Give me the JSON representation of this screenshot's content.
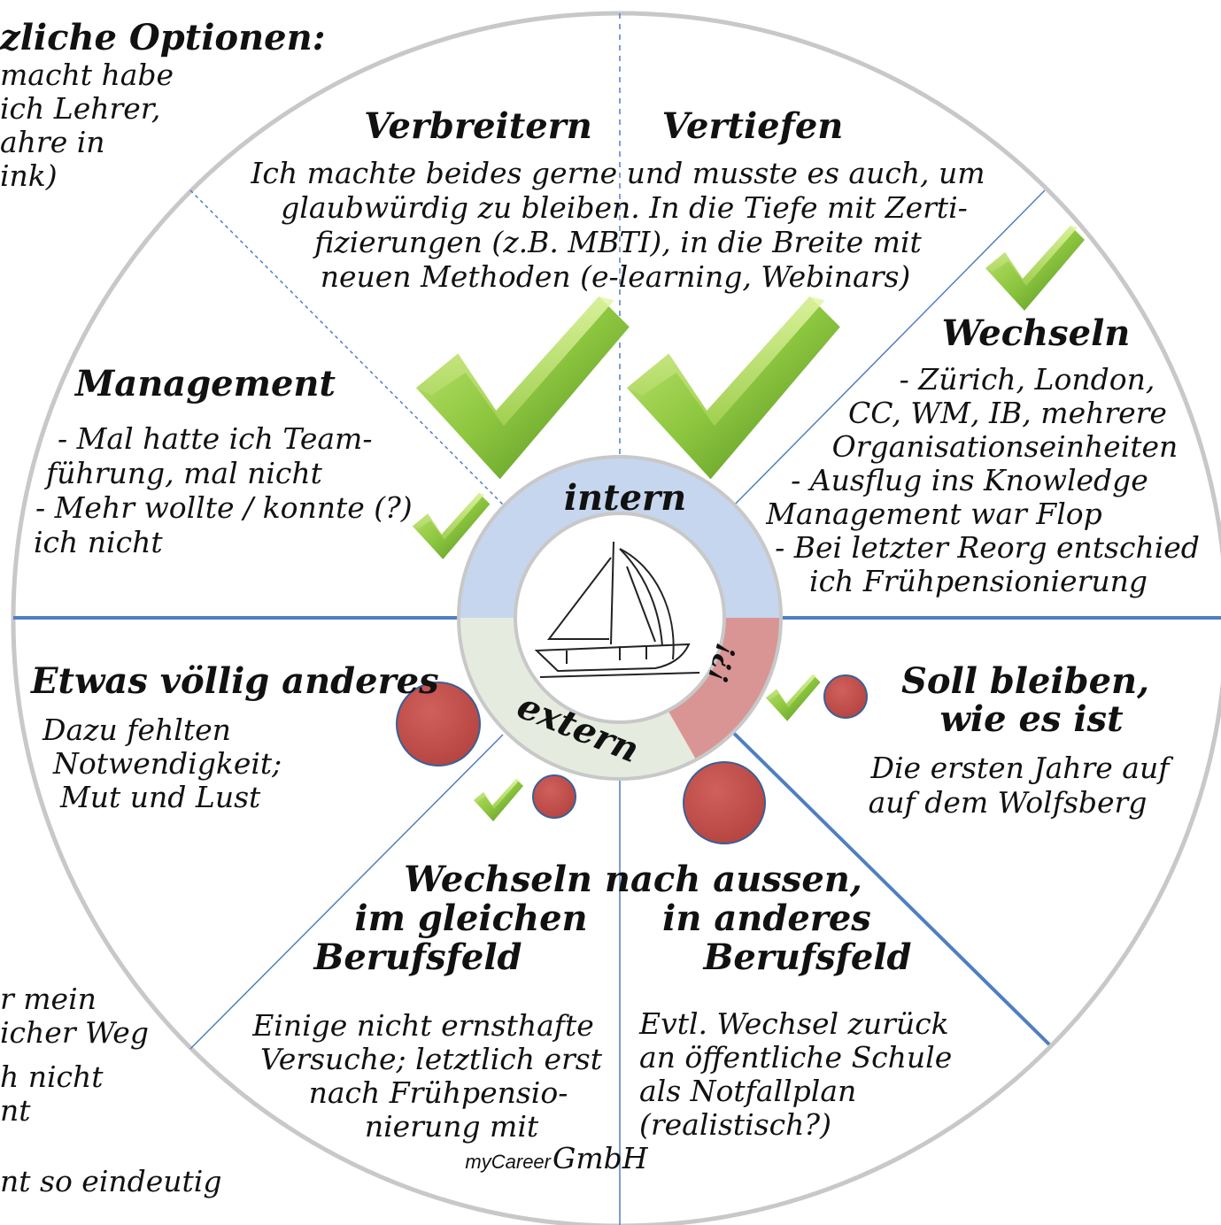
{
  "colors": {
    "ring_intern": "#c6d6ee",
    "ring_extern": "#e6ebdf",
    "ring_flag": "#d99594",
    "dot": "#c0504d",
    "line_solid": "#4f7fc0",
    "line_dashed": "#4f7fc0",
    "circle_border": "#bfbfbf",
    "check": "#8cc63f"
  },
  "left_margin": {
    "top_heading": "zliche Optionen:",
    "top_lines": [
      "macht habe",
      "ich Lehrer,",
      "ahre  in",
      "ink)"
    ],
    "bottom_lines": [
      "r mein",
      "icher Weg",
      "h nicht",
      "nt",
      "nt so eindeutig"
    ]
  },
  "segments": {
    "verbreitern": {
      "title": "Verbreitern"
    },
    "vertiefen": {
      "title": "Vertiefen",
      "body": [
        "Ich machte beides gerne und musste es auch, um",
        "glaubwürdig zu bleiben. In die Tiefe mit Zerti-",
        "fizierungen  (z.B. MBTI), in die Breite mit",
        "neuen Methoden (e-learning, Webinars)"
      ]
    },
    "management": {
      "title": "Management",
      "body": [
        "- Mal  hatte ich Team-",
        "führung, mal nicht",
        "- Mehr wollte / konnte (?)",
        "ich nicht"
      ]
    },
    "wechseln": {
      "title": "Wechseln",
      "body": [
        "- Zürich, London,",
        "CC, WM, IB, mehrere",
        "Organisationseinheiten",
        "- Ausflug ins Knowledge",
        "Management war Flop",
        "- Bei letzter Reorg entschied",
        "ich  Frühpensionierung"
      ]
    },
    "etwas": {
      "title": "Etwas völlig anderes",
      "body": [
        "Dazu fehlten",
        "Notwendigkeit;",
        "Mut und Lust"
      ]
    },
    "soll_bleiben": {
      "title_lines": [
        "Soll bleiben,",
        "wie es ist"
      ],
      "body": [
        "Die ersten Jahre auf",
        "auf dem Wolfsberg"
      ]
    },
    "aussen": {
      "title_line1": "Wechseln  nach aussen,",
      "left_title": [
        "im gleichen",
        "Berufsfeld"
      ],
      "right_title": [
        "in  anderes",
        "Berufsfeld"
      ],
      "left_body": [
        "Einige nicht ernsthafte",
        "Versuche; letztlich  erst",
        "nach  Frühpensio-",
        "nierung  mit"
      ],
      "left_sign_a": "myCareer",
      "left_sign_b": "GmbH",
      "right_body": [
        "Evtl. Wechsel zurück",
        "an öffentliche  Schule",
        "als Notfallplan",
        "(realistisch?)"
      ]
    }
  },
  "ring": {
    "intern_label": "intern",
    "extern_label": "extern",
    "flag_label": "!?!",
    "center_icon": "sailboat-icon"
  },
  "icons": [
    "check-icon",
    "check-icon",
    "check-icon",
    "check-icon",
    "check-icon",
    "check-icon",
    "red-dot-icon",
    "sailboat-icon"
  ]
}
